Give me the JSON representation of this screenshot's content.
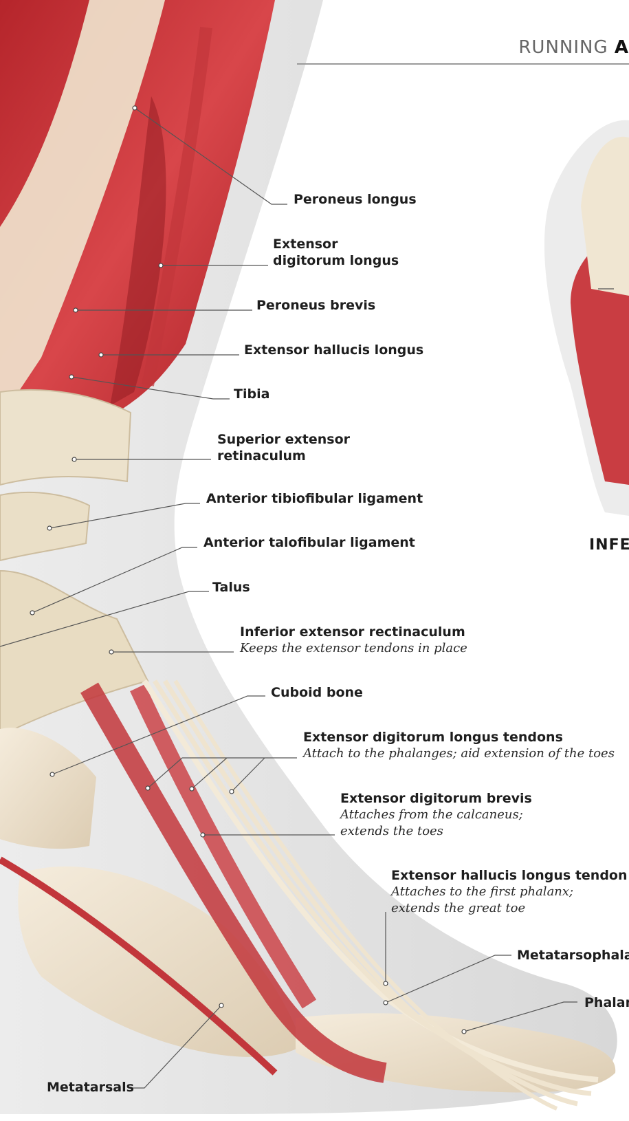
{
  "header": {
    "section": "RUNNING",
    "section_bold": "A"
  },
  "side_view_label": "INFE",
  "labels": {
    "peroneus_longus": "Peroneus longus",
    "ext_dig_longus": [
      "Extensor",
      "digitorum longus"
    ],
    "peroneus_brevis": "Peroneus brevis",
    "ext_hal_longus": "Extensor hallucis longus",
    "tibia": "Tibia",
    "sup_ext_ret": [
      "Superior extensor",
      "retinaculum"
    ],
    "ant_tibiofib": "Anterior tibiofibular ligament",
    "ant_talofib": "Anterior talofibular ligament",
    "talus": "Talus",
    "inf_ext_ret": {
      "title": "Inferior extensor rectinaculum",
      "desc": "Keeps the extensor tendons in place"
    },
    "cuboid": "Cuboid bone",
    "edl_tendons": {
      "title": "Extensor digitorum longus tendons",
      "desc": "Attach to the phalanges; aid extension of the toes"
    },
    "edb": {
      "title": "Extensor digitorum brevis",
      "desc": [
        "Attaches from the calcaneus;",
        "extends the toes"
      ]
    },
    "ehl_tendon": {
      "title": "Extensor hallucis longus tendon",
      "desc": [
        "Attaches to the first phalanx;",
        "extends the great toe"
      ]
    },
    "mtp": "Metatarsophalang",
    "phalanges": "Phalan",
    "metatarsals": "Metatarsals"
  }
}
